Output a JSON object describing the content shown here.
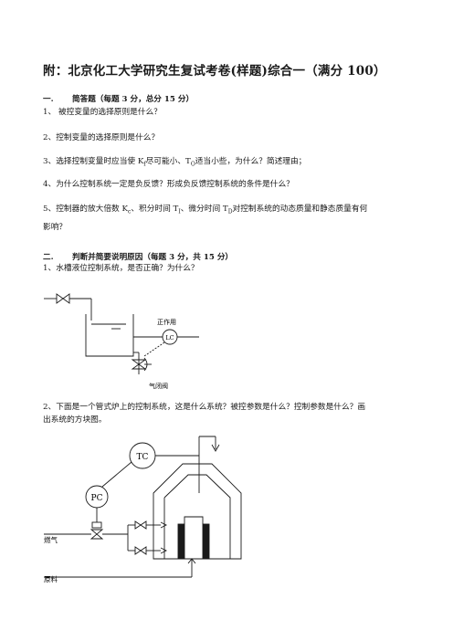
{
  "title": "附：北京化工大学研究生复试考卷(样题)综合一（满分 100）",
  "section1": {
    "num": "一.",
    "heading": "简答题（每题 3 分，总分 15 分）",
    "q1": "1、   被控变量的选择原则是什么？",
    "q2": "2、控制变量的选择原则是什么？",
    "q3": {
      "a": "3、选择控制变量时应当使 K",
      "b": "尽可能小、T",
      "c": "适当小些，为什么？简述理由；",
      "sub1": "f",
      "sub2": "O"
    },
    "q4": "4、为什么控制系统一定是负反馈？形成负反馈控制系统的条件是什么？",
    "q5": {
      "a": "5、控制器的放大倍数 K",
      "b": "、积分时间 T",
      "c": "、微分时间 T",
      "d": "对控制系统的动态质量和静态质量有何",
      "sub1": "c",
      "sub2": "I",
      "sub3": "D",
      "line2": "影响？"
    }
  },
  "section2": {
    "num": "二.",
    "heading": "判断并简要说明原因（每题 3 分，共 15 分）",
    "q1": "1、水槽液位控制系统，是否正确？为什么？",
    "q2": {
      "line1": "2、下面是一个管式炉上的控制系统，这是什么系统？被控参数是什么？控制参数是什么？画",
      "line2": "出系统的方块图。"
    }
  },
  "diagram1": {
    "lc_label": "LC",
    "action_label": "正作用",
    "valve_label": "气闭阀"
  },
  "diagram2": {
    "tc_label": "TC",
    "pc_label": "PC",
    "fuel_label": "燃气",
    "feed_label": "原料"
  }
}
